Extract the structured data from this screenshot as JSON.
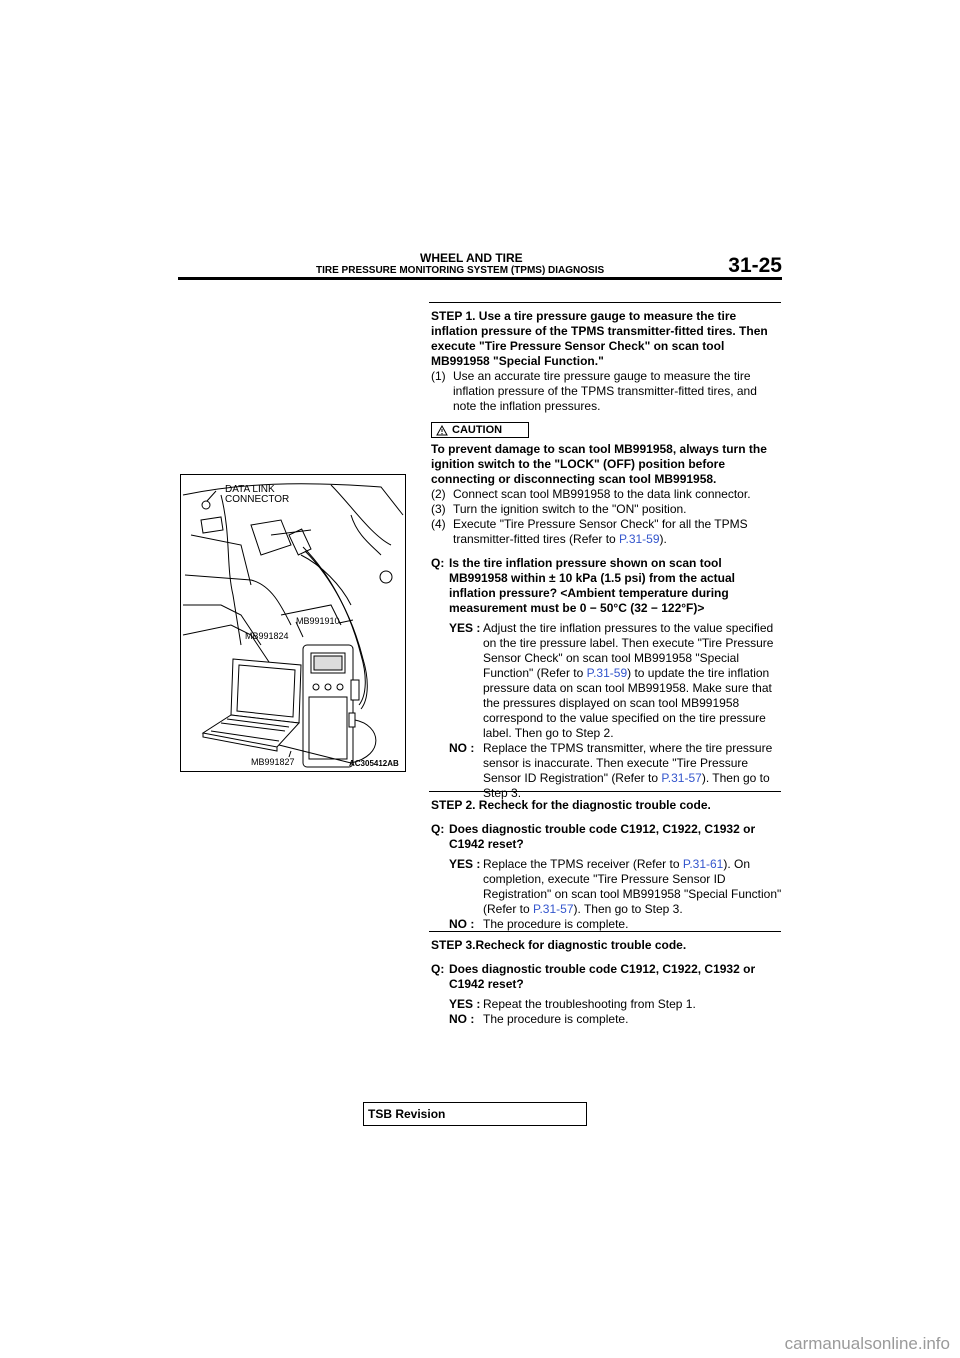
{
  "header": {
    "title": "WHEEL AND TIRE",
    "subtitle": "TIRE PRESSURE MONITORING SYSTEM (TPMS) DIAGNOSIS",
    "page_number": "31-25"
  },
  "figure": {
    "data_link_connector_line1": "DATA LINK",
    "data_link_connector_line2": "CONNECTOR",
    "mb991910": "MB991910",
    "mb991824": "MB991824",
    "mb991827": "MB991827",
    "figure_id": "AC305412AB"
  },
  "step1": {
    "title": "STEP 1. Use a tire pressure gauge to measure the tire inflation pressure of the TPMS transmitter-fitted tires. Then execute \"Tire Pressure Sensor Check\" on scan tool MB991958 \"Special Function.\"",
    "item1_num": "(1)",
    "item1": "Use an accurate tire pressure gauge to measure the tire inflation pressure of the TPMS transmitter-fitted tires, and note the inflation pressures.",
    "caution_label": "CAUTION",
    "caution_text": "To prevent damage to scan tool MB991958, always turn the ignition switch to the \"LOCK\" (OFF) position before connecting or disconnecting scan tool MB991958.",
    "item2_num": "(2)",
    "item2": "Connect scan tool MB991958 to the data link connector.",
    "item3_num": "(3)",
    "item3": "Turn the ignition switch to the \"ON\" position.",
    "item4_num": "(4)",
    "item4": "Execute \"Tire Pressure Sensor Check\" for all the TPMS transmitter-fitted tires (Refer to ",
    "item4_link": "P.31-59",
    "item4_end": ").",
    "q_label": "Q:",
    "question": "Is the tire inflation pressure shown on scan tool MB991958 within ± 10 kPa (1.5 psi) from the actual inflation pressure? <Ambient temperature during measurement must be 0 − 50°C (32 − 122°F)>",
    "yes_label": "YES :",
    "yes_a": "Adjust the tire inflation pressures to the value specified on the tire pressure label. Then execute \"Tire Pressure Sensor Check\" on scan tool MB991958 \"Special Function\" (Refer to ",
    "yes_link": "P.31-59",
    "yes_b": ") to update the tire inflation pressure data on scan tool MB991958. Make sure that the pressures displayed on scan tool MB991958 correspond to the value specified on the tire pressure label. Then go to Step 2.",
    "no_label": "NO :",
    "no_a": "Replace the TPMS transmitter, where the tire pressure sensor is inaccurate. Then execute \"Tire Pressure Sensor ID Registration\" (Refer to ",
    "no_link": "P.31-57",
    "no_b": "). Then go to Step 3."
  },
  "step2": {
    "title": "STEP 2. Recheck for the diagnostic trouble code.",
    "q_label": "Q:",
    "question": "Does diagnostic trouble code C1912, C1922, C1932 or C1942 reset?",
    "yes_label": "YES :",
    "yes_a": "Replace the TPMS receiver (Refer to ",
    "yes_link1": "P.31-61",
    "yes_b": "). On completion, execute \"Tire Pressure Sensor ID Registration\" on scan tool MB991958 \"Special Function\" (Refer to ",
    "yes_link2": "P.31-57",
    "yes_c": "). Then go to Step 3.",
    "no_label": "NO :",
    "no": "The procedure is complete."
  },
  "step3": {
    "title": "STEP 3.Recheck for diagnostic trouble code.",
    "q_label": "Q:",
    "question": "Does diagnostic trouble code C1912, C1922, C1932 or C1942 reset?",
    "yes_label": "YES :",
    "yes": "Repeat the troubleshooting from Step 1.",
    "no_label": "NO :",
    "no": "The procedure is complete."
  },
  "footer": {
    "tsb_revision": "TSB Revision",
    "watermark": "carmanualsonline.info"
  }
}
